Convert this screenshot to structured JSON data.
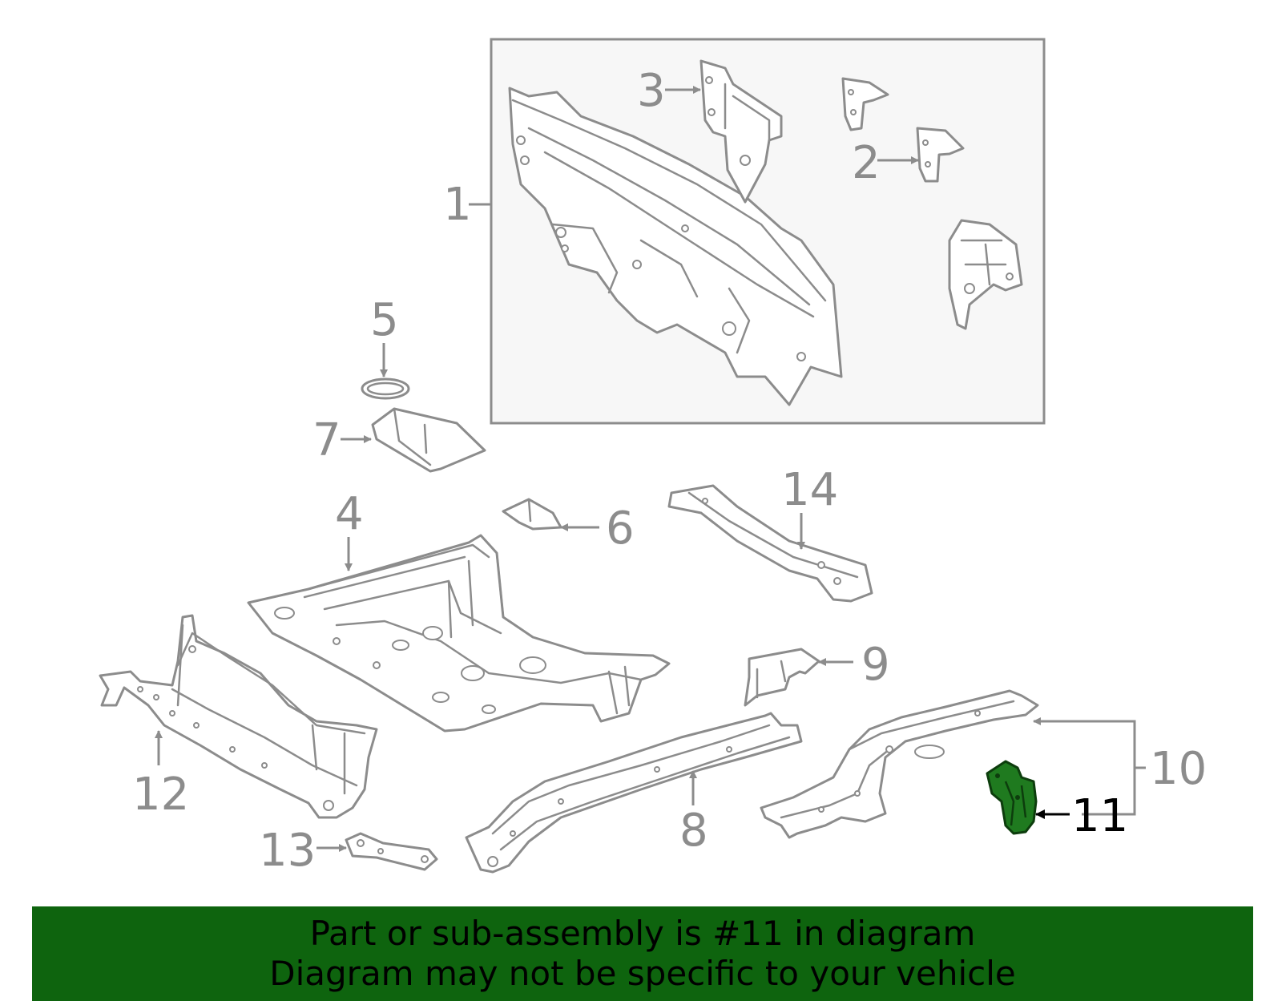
{
  "callouts": [
    {
      "id": "1",
      "label": "1"
    },
    {
      "id": "2",
      "label": "2"
    },
    {
      "id": "3",
      "label": "3"
    },
    {
      "id": "4",
      "label": "4"
    },
    {
      "id": "5",
      "label": "5"
    },
    {
      "id": "6",
      "label": "6"
    },
    {
      "id": "7",
      "label": "7"
    },
    {
      "id": "8",
      "label": "8"
    },
    {
      "id": "9",
      "label": "9"
    },
    {
      "id": "10",
      "label": "10"
    },
    {
      "id": "11",
      "label": "11"
    },
    {
      "id": "12",
      "label": "12"
    },
    {
      "id": "13",
      "label": "13"
    },
    {
      "id": "14",
      "label": "14"
    }
  ],
  "highlighted_part": "11",
  "colors": {
    "linework": "#8c8c8c",
    "highlight_part": "#1f7a1f",
    "banner_background": "#0e640e",
    "banner_text": "#000000"
  },
  "banner": {
    "line1": "Part or sub-assembly is #11 in diagram",
    "line2": "Diagram may not be specific to your vehicle"
  }
}
